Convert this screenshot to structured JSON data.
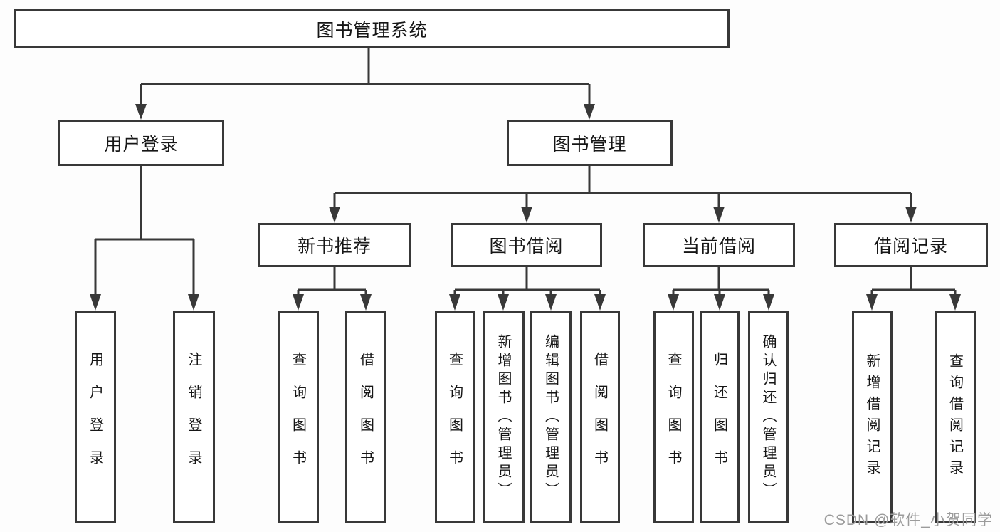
{
  "diagram": {
    "root": "图书管理系统",
    "level2": [
      {
        "label": "用户登录",
        "leaves": [
          "用户登录",
          "注销登录"
        ]
      },
      {
        "label": "图书管理",
        "groups": [
          {
            "label": "新书推荐",
            "leaves": [
              "查询图书",
              "借阅图书"
            ]
          },
          {
            "label": "图书借阅",
            "leaves": [
              "查询图书",
              "新增图书（管理员）",
              "编辑图书（管理员）",
              "借阅图书"
            ]
          },
          {
            "label": "当前借阅",
            "leaves": [
              "查询图书",
              "归还图书",
              "确认归还（管理员）"
            ]
          },
          {
            "label": "借阅记录",
            "leaves": [
              "新增借阅记录",
              "查询借阅记录"
            ]
          }
        ]
      }
    ]
  },
  "watermark": {
    "text": "CSDN @软件_小贺同学"
  },
  "colors": {
    "line": "#383838",
    "node_text": "#161616",
    "watermark": "#9b9b9b",
    "background": "#fdfdfd"
  }
}
